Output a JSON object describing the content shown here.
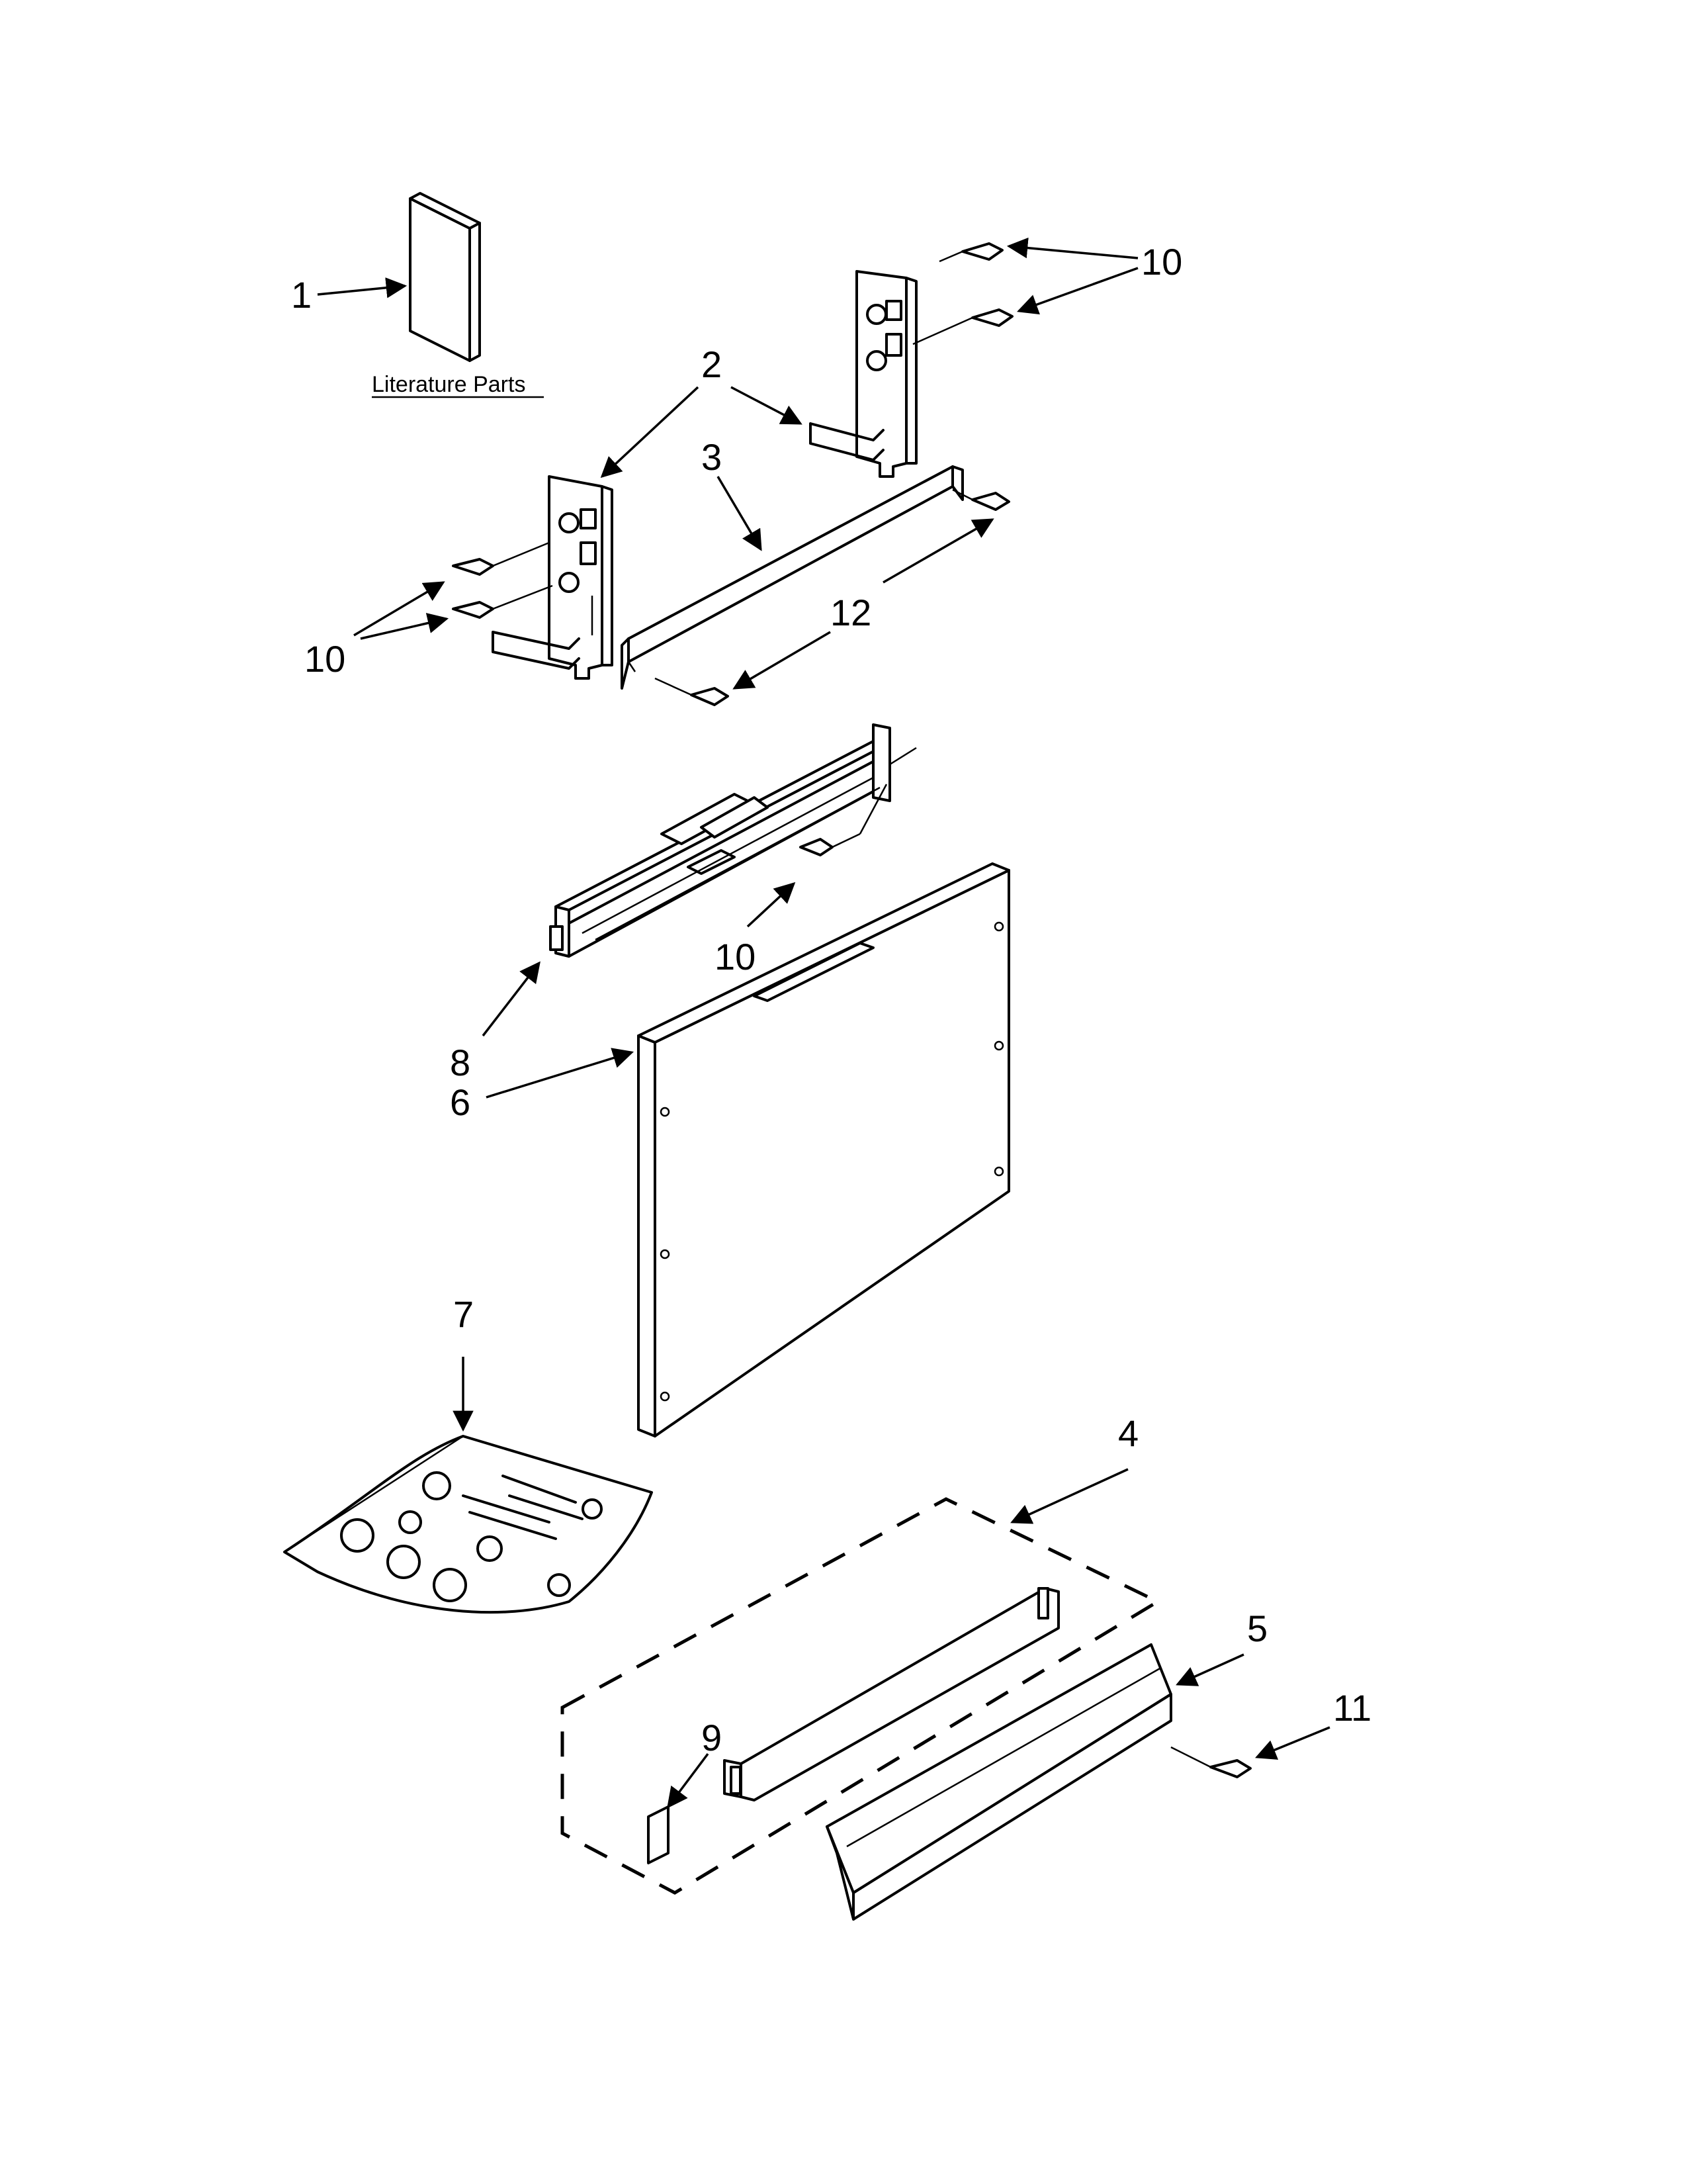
{
  "labels": {
    "c1": "1",
    "c2": "2",
    "c3": "3",
    "c4": "4",
    "c5": "5",
    "c6": "6",
    "c7": "7",
    "c8": "8",
    "c9": "9",
    "c10_top": "10",
    "c10_left": "10",
    "c10_mid": "10",
    "c11": "11",
    "c12": "12",
    "literature": "Literature Parts"
  }
}
